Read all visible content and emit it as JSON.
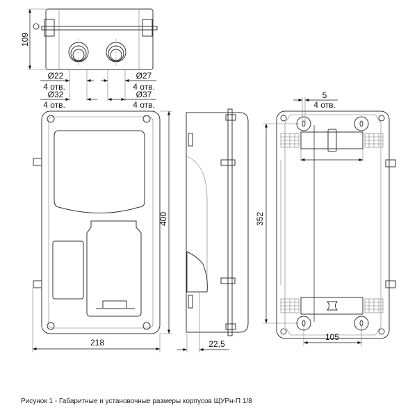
{
  "top_view": {
    "height_dim": "109",
    "hole1_dia": "Ø22",
    "hole1_qty": "4 отв.",
    "hole2_dia": "Ø27",
    "hole2_qty": "4 отв.",
    "hole3_dia": "Ø32",
    "hole3_qty": "4 отв.",
    "hole4_dia": "Ø37",
    "hole4_qty": "4 отв."
  },
  "front_view": {
    "height_dim": "400",
    "width_dim": "218"
  },
  "side_view": {
    "depth_dim": "22,5"
  },
  "back_view": {
    "mount_hole_dia": "5",
    "mount_hole_qty": "4 отв.",
    "vertical_spacing": "352",
    "horizontal_spacing": "105"
  },
  "caption": "Рисунок 1 - Габаритные и установочные размеры корпусов ЩУРн-П 1/8"
}
